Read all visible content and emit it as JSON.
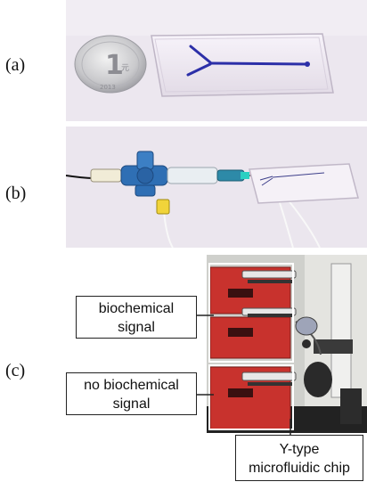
{
  "panels": {
    "a": {
      "label": "(a)"
    },
    "b": {
      "label": "(b)"
    },
    "c": {
      "label": "(c)"
    }
  },
  "callouts": {
    "biochemical": {
      "line1": "biochemical",
      "line2": "signal"
    },
    "no_biochemical": {
      "line1": "no biochemical",
      "line2": "signal"
    },
    "chip": {
      "line1": "Y-type",
      "line2": "microfluidic chip"
    }
  },
  "coin_marks": {
    "denomination": "1",
    "unit": "元",
    "year": "2013"
  },
  "colors": {
    "background_pink": "#ece7ef",
    "channel_blue": "#2c2fa8",
    "pump_red": "#c8322d",
    "frame_white": "#ffffff"
  }
}
